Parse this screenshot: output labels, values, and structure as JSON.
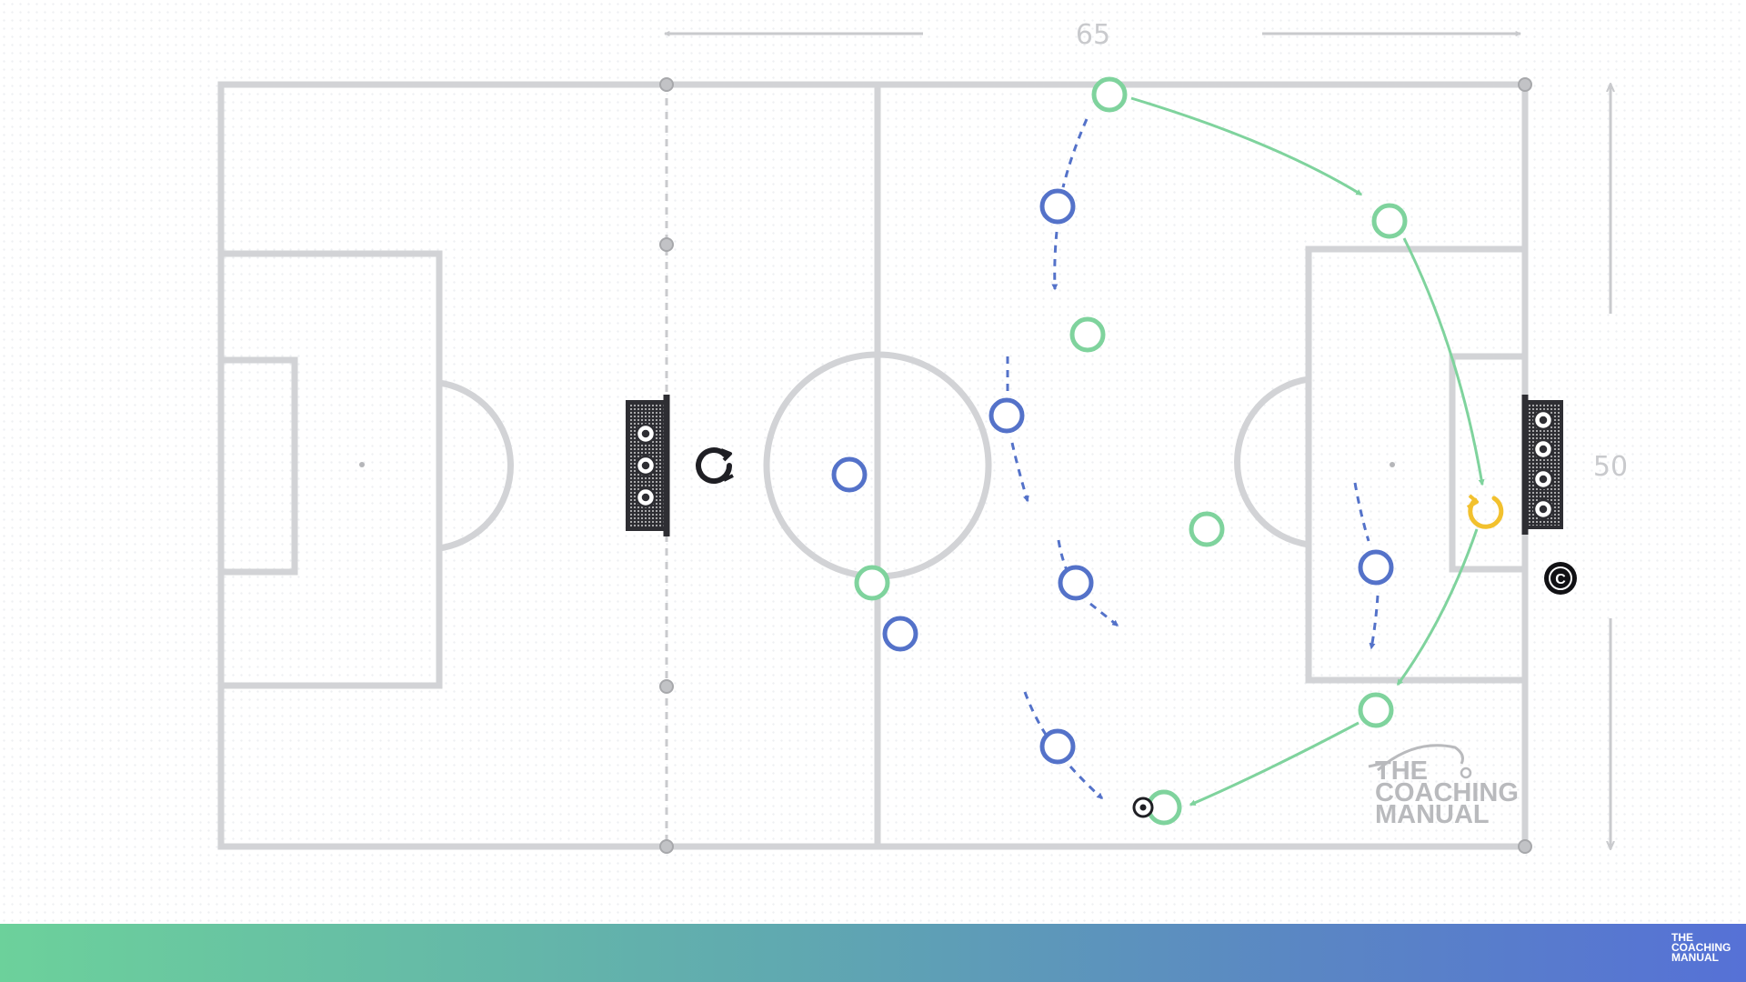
{
  "dimensions": {
    "length": "65",
    "width": "50"
  },
  "watermark": {
    "line1": "THE",
    "line2": "COACHING",
    "line3": "MANUAL"
  },
  "footer_logo": {
    "line1": "THE",
    "line2": "COACHING",
    "line3": "MANUAL"
  },
  "labels": {
    "coach": "C",
    "rotate": ""
  },
  "colors": {
    "pitch_line": "#d2d3d6",
    "team_green": "#7fd39d",
    "team_blue": "#5472c9",
    "rotate_yellow": "#f2c12e",
    "goal_dark": "#2e2e33",
    "dimension_gray": "#c9cacd"
  },
  "icons": [
    "coach-icon",
    "rotate-icon",
    "ball-icon",
    "goal-icon",
    "cone-icon"
  ]
}
